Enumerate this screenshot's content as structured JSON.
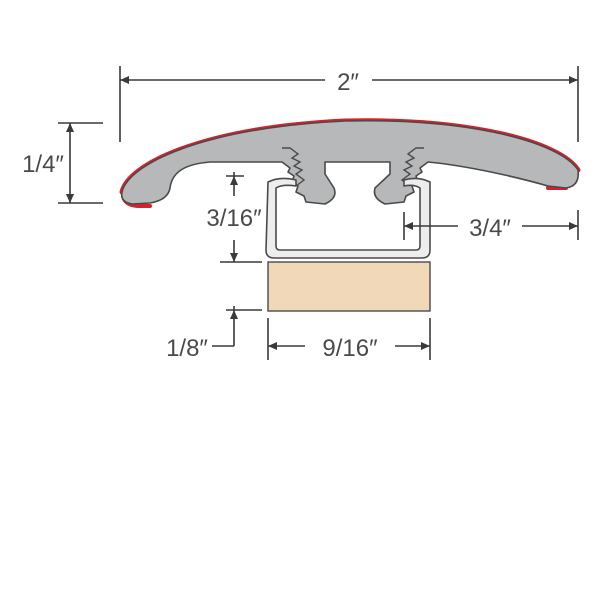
{
  "dimensions": {
    "overall_width": "2″",
    "height": "1/4″",
    "channel_depth": "3/16″",
    "flange_width": "3/4″",
    "base_height": "1/8″",
    "base_width": "9/16″"
  },
  "colors": {
    "profile_fill": "#b6b8ba",
    "profile_outline": "#4a4a4a",
    "finish_edge": "#d8202a",
    "channel_fill": "#ededed",
    "channel_outline": "#4a4a4a",
    "base_fill": "#f1d8b8",
    "base_outline": "#4a4a4a",
    "dimension_lines": "#3a3a3a"
  }
}
